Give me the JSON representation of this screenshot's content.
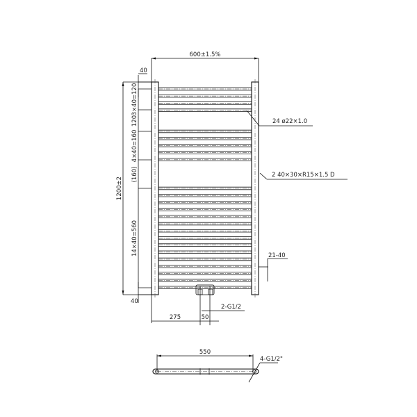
{
  "drawing": {
    "width_dim": "600±1.5%",
    "height_dim": "1200±2",
    "top_offset": "40",
    "group1": "3×40=120",
    "gap1": "120",
    "group2": "4×40=160",
    "gap2": "(160)",
    "group3": "14×40=560",
    "bottom_offset": "40",
    "tube_callout": "24 ø22×1.0",
    "rail_callout": "2  40×30×R15×1.5  D",
    "bracket_callout": "21-40",
    "inlet_callout": "2-G1/2",
    "inlet_offset": "275",
    "inlet_spacing": "50",
    "plan_width": "550",
    "plan_callout": "4-G1/2\""
  },
  "bars": {
    "group1": 4,
    "group2": 5,
    "group3": 15
  }
}
